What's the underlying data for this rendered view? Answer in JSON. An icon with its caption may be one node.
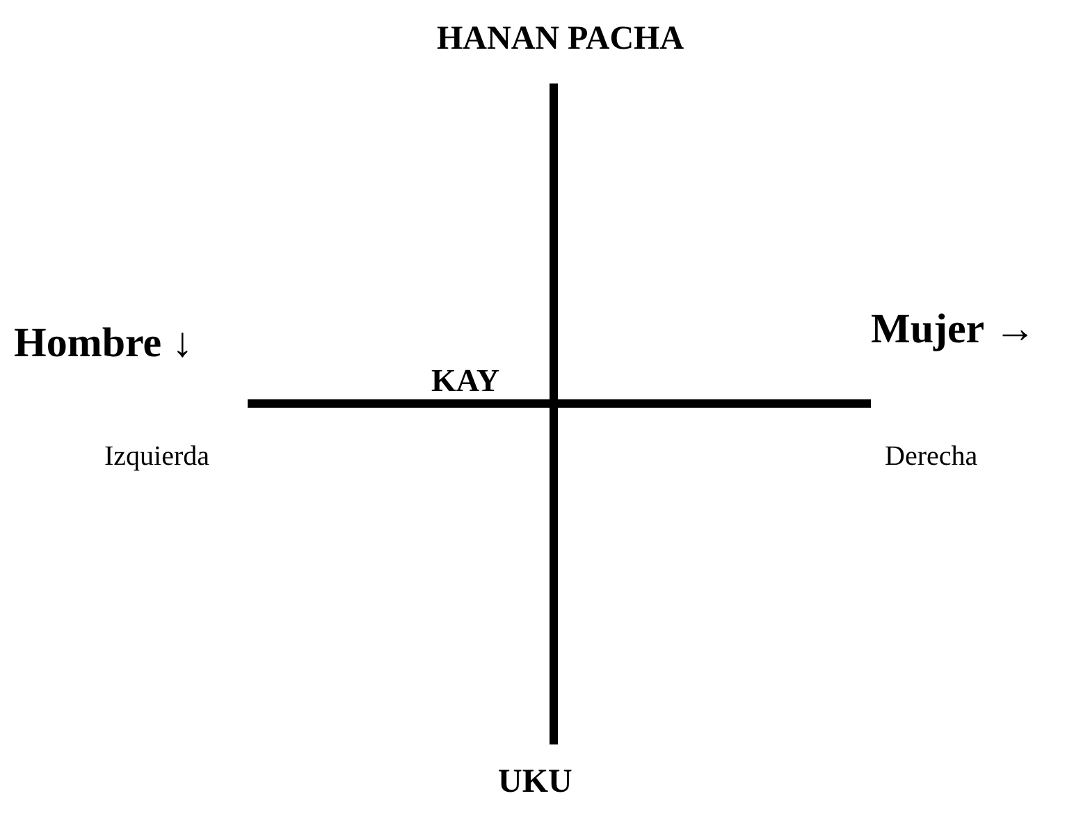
{
  "diagram": {
    "labels": [
      "HANAN PACHA",
      "Hombre ↓",
      "Mujer →",
      "KAY",
      "Izquierda",
      "Derecha",
      "UKU"
    ]
  }
}
